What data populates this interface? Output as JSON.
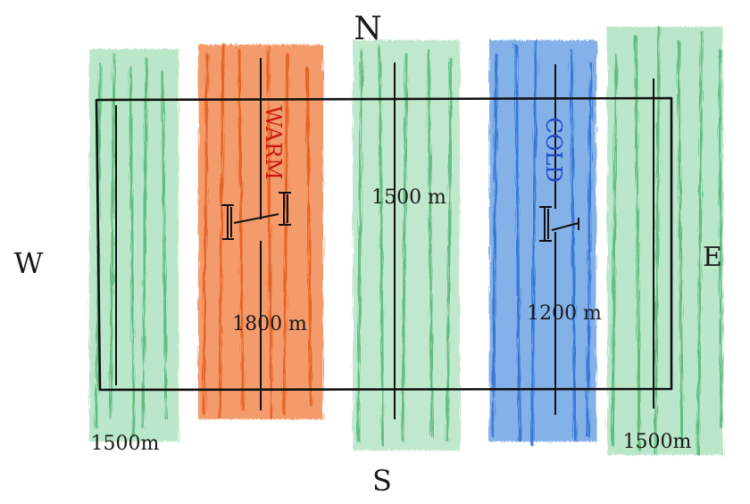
{
  "compass": {
    "north": "N",
    "south": "S",
    "west": "W",
    "east": "E"
  },
  "zones": {
    "warm": {
      "label": "WARM",
      "color": "#d8431f"
    },
    "cold": {
      "label": "COLD",
      "color": "#2a5fd0"
    },
    "mid_color": "#3fb56a"
  },
  "heights": {
    "west_edge": "1500m",
    "warm_column": "1800 m",
    "middle": "1500 m",
    "cold_column": "1200 m",
    "east_edge": "1500m"
  },
  "colors": {
    "outline": "#111111",
    "warm_fill": "#ef6f2e",
    "cold_fill": "#4a8fde",
    "green_fill": "#3fb56a"
  }
}
